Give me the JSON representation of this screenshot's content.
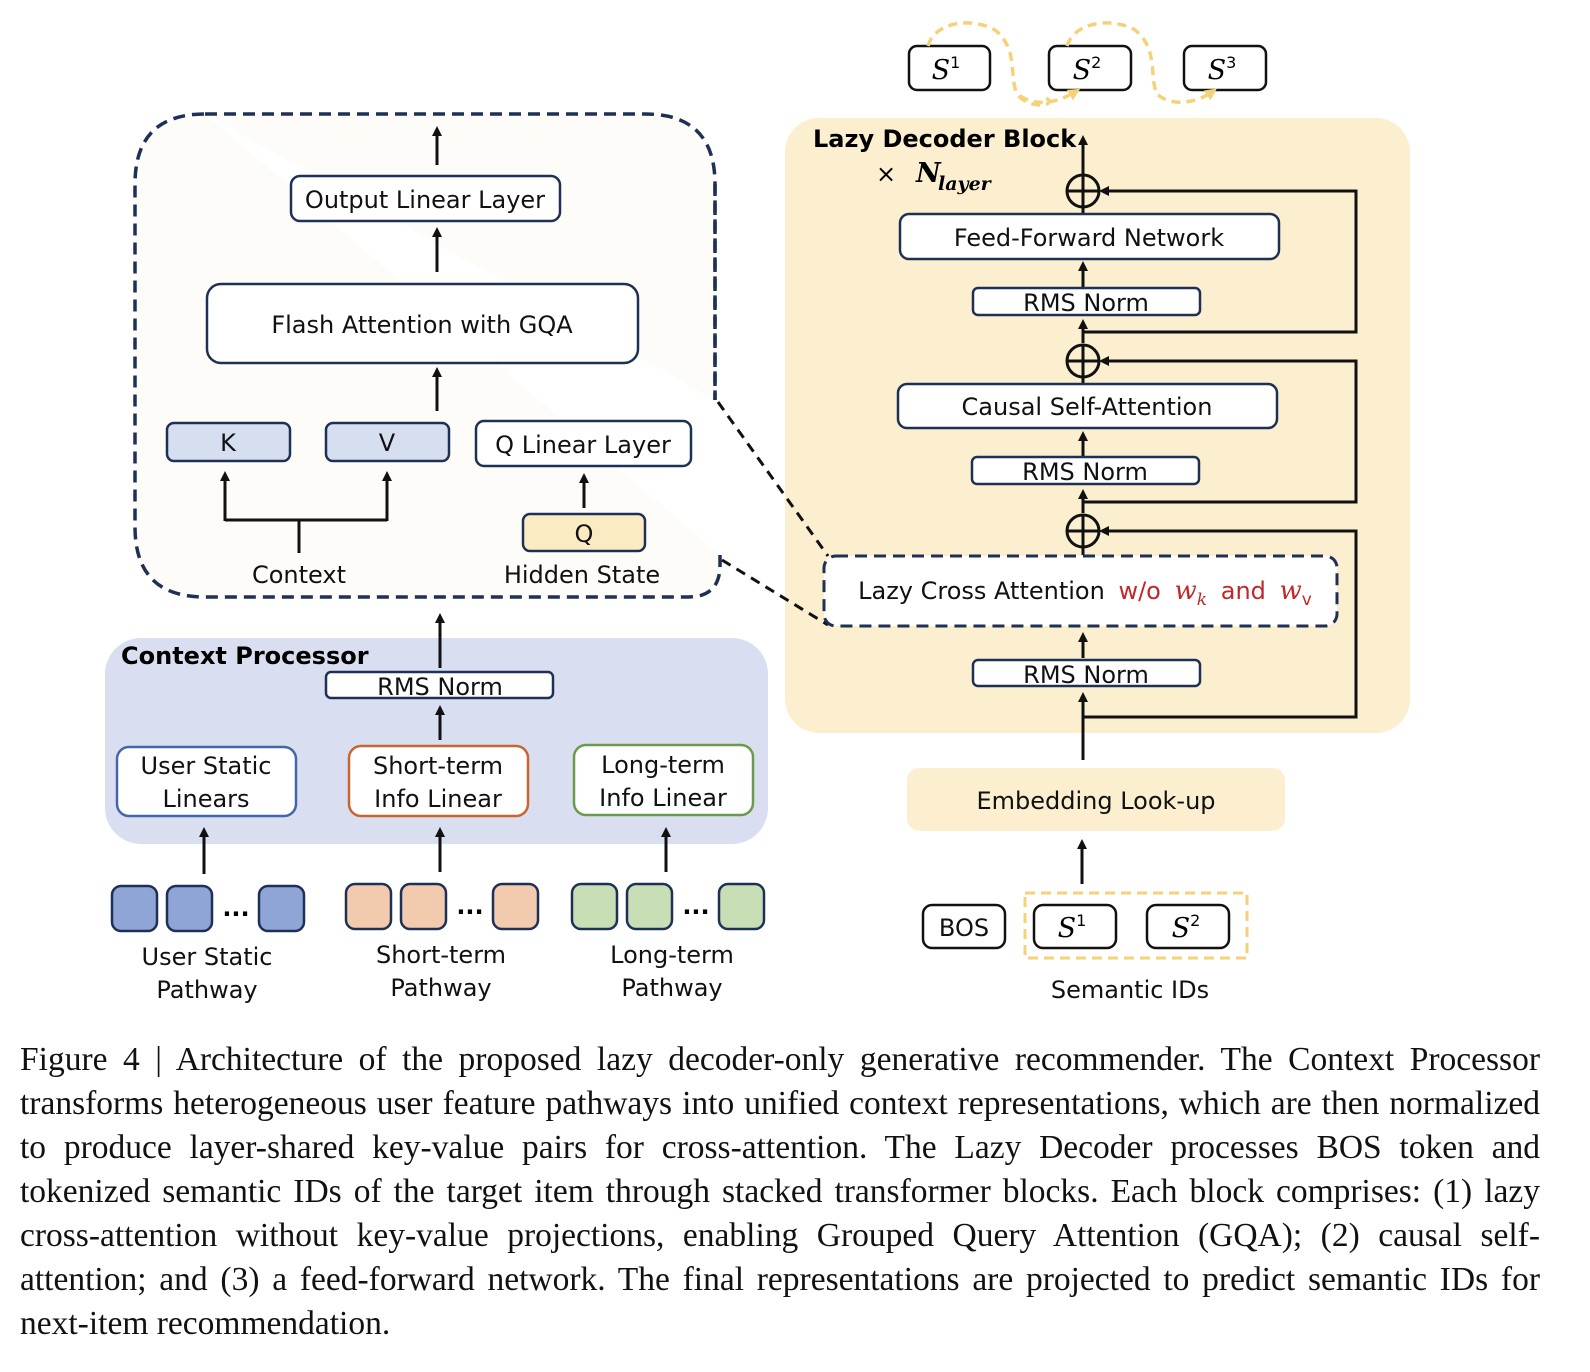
{
  "figure": {
    "attention_detail": {
      "output_linear": "Output Linear Layer",
      "flash_attention": "Flash Attention with GQA",
      "k_label": "K",
      "v_label": "V",
      "q_linear": "Q Linear Layer",
      "q_label": "Q",
      "context_label": "Context",
      "hidden_state_label": "Hidden State"
    },
    "context_processor": {
      "title": "Context Processor",
      "rms_norm": "RMS Norm",
      "user_static_linears": [
        "User Static",
        "Linears"
      ],
      "short_term_linear": [
        "Short-term",
        "Info Linear"
      ],
      "long_term_linear": [
        "Long-term",
        "Info Linear"
      ],
      "ellipsis": "...",
      "pathways": [
        {
          "lines": [
            "User Static",
            "Pathway"
          ],
          "color": "#8FA5D6"
        },
        {
          "lines": [
            "Short-term",
            "Pathway"
          ],
          "color": "#F2CBAE"
        },
        {
          "lines": [
            "Long-term",
            "Pathway"
          ],
          "color": "#C8DEB5"
        }
      ],
      "box_border_colors": {
        "user_static": "#4466A8",
        "short_term": "#C8662E",
        "long_term": "#6A9A4C"
      }
    },
    "decoder": {
      "title": "Lazy Decoder Block",
      "repeat_prefix": "×",
      "repeat_symbol": "N",
      "repeat_subscript": "layer",
      "ffn": "Feed-Forward Network",
      "rms_norm_1": "RMS Norm",
      "causal_self_attention": "Causal Self-Attention",
      "rms_norm_2": "RMS Norm",
      "lazy_cross_attention": "Lazy Cross Attention",
      "lazy_cross_note_prefix": "w/o",
      "lazy_cross_note_wk": "w",
      "lazy_cross_note_wk_sub": "k",
      "lazy_cross_note_and": "and",
      "lazy_cross_note_wv": "w",
      "lazy_cross_note_wv_sub": "v",
      "rms_norm_3": "RMS Norm",
      "embedding": "Embedding Look-up",
      "note_color": "#C0282A"
    },
    "outputs": [
      {
        "symbol": "S",
        "sup": "1"
      },
      {
        "symbol": "S",
        "sup": "2"
      },
      {
        "symbol": "S",
        "sup": "3"
      }
    ],
    "inputs": {
      "bos": "BOS",
      "semantic_ids": [
        {
          "symbol": "S",
          "sup": "1"
        },
        {
          "symbol": "S",
          "sup": "2"
        }
      ],
      "semantic_ids_label": "Semantic IDs"
    },
    "colors": {
      "decoder_bg": "#FBEFCF",
      "context_bg": "#D9DFF1",
      "kv_fill": "#D6DFF0",
      "q_fill": "#FBEBC3",
      "box_border": "#1F3056",
      "autoregressive_arrow": "#F5D27A"
    }
  },
  "caption": {
    "text": "Figure 4 | Architecture of the proposed lazy decoder-only generative recommender. The Context Processor transforms heterogeneous user feature pathways into unified context representations, which are then normalized to produce layer-shared key-value pairs for cross-attention. The Lazy Decoder processes BOS token and tokenized semantic IDs of the target item through stacked transformer blocks. Each block comprises: (1) lazy cross-attention without key-value projections, enabling Grouped Query Attention (GQA); (2) causal self-attention; and (3) a feed-forward network. The final representations are projected to predict semantic IDs for next-item recommendation."
  }
}
